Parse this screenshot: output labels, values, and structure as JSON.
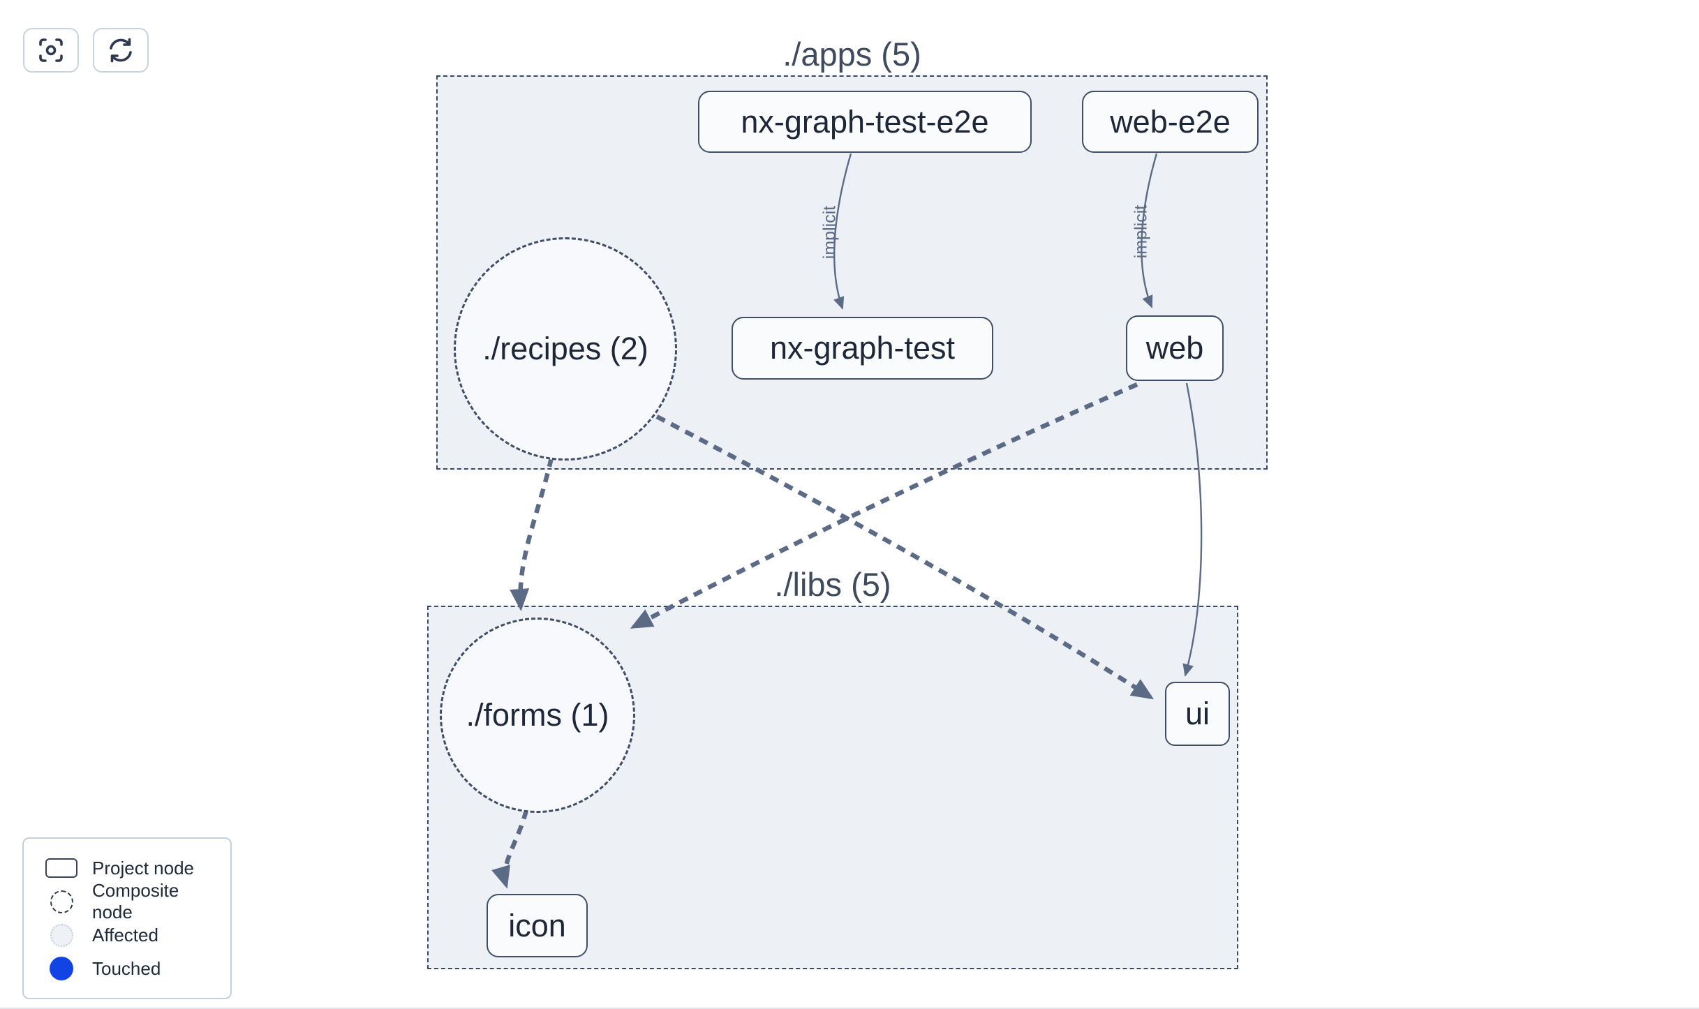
{
  "toolbar": {
    "buttons": [
      {
        "name": "focus",
        "icon": "focus-crosshair-icon"
      },
      {
        "name": "refresh",
        "icon": "refresh-icon"
      }
    ]
  },
  "graph": {
    "groups": [
      {
        "label": "./apps (5)"
      },
      {
        "label": "./libs (5)"
      }
    ],
    "nodes": [
      {
        "label": "nx-graph-test-e2e",
        "type": "project"
      },
      {
        "label": "web-e2e",
        "type": "project"
      },
      {
        "label": "./recipes (2)",
        "type": "composite"
      },
      {
        "label": "nx-graph-test",
        "type": "project"
      },
      {
        "label": "web",
        "type": "project"
      },
      {
        "label": "./forms (1)",
        "type": "composite"
      },
      {
        "label": "ui",
        "type": "project"
      },
      {
        "label": "icon",
        "type": "project"
      }
    ],
    "edges": [
      {
        "from": "nx-graph-test-e2e",
        "to": "nx-graph-test",
        "label": "implicit",
        "style": "solid"
      },
      {
        "from": "web-e2e",
        "to": "web",
        "label": "implicit",
        "style": "solid"
      },
      {
        "from": "./recipes (2)",
        "to": "./forms (1)",
        "label": "",
        "style": "dashed"
      },
      {
        "from": "./recipes (2)",
        "to": "ui",
        "label": "",
        "style": "dashed"
      },
      {
        "from": "web",
        "to": "./forms (1)",
        "label": "",
        "style": "dashed"
      },
      {
        "from": "web",
        "to": "ui",
        "label": "",
        "style": "solid"
      },
      {
        "from": "./forms (1)",
        "to": "icon",
        "label": "",
        "style": "dashed"
      }
    ]
  },
  "legend": {
    "items": [
      {
        "symbol": "project-node-symbol",
        "label": "Project node"
      },
      {
        "symbol": "composite-node-symbol",
        "label": "Composite node"
      },
      {
        "symbol": "affected-symbol",
        "label": "Affected"
      },
      {
        "symbol": "touched-symbol",
        "label": "Touched"
      }
    ]
  },
  "colors": {
    "touched_blue": "#1243e5",
    "group_fill": "#edf1f6",
    "edge": "#5c6b85",
    "node_border": "#404e66",
    "button_border": "#c9d4e0"
  }
}
